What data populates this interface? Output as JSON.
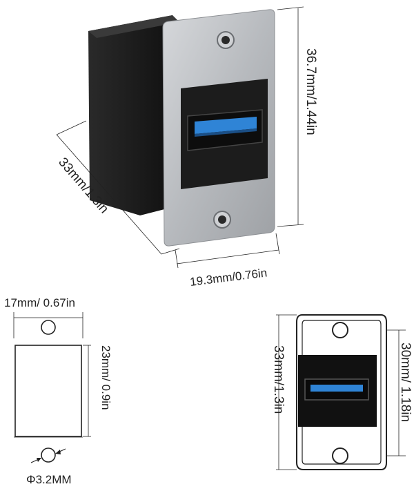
{
  "labels": {
    "height_top": "36.7mm/1.44in",
    "depth_top": "33mm/1.3in",
    "width_top": "19.3mm/0.76in",
    "width_side": "17mm/ 0.67in",
    "height_side": "23mm/ 0.9in",
    "hole_diameter": "Φ3.2MM",
    "height_front": "33mm/1.3in",
    "hole_spacing_front": "30mm/ 1.18in"
  },
  "colors": {
    "usb_blue": "#2f84d6",
    "panel_silver": "#b9bcc0",
    "housing_black": "#1f1f1f",
    "line": "#222222"
  }
}
